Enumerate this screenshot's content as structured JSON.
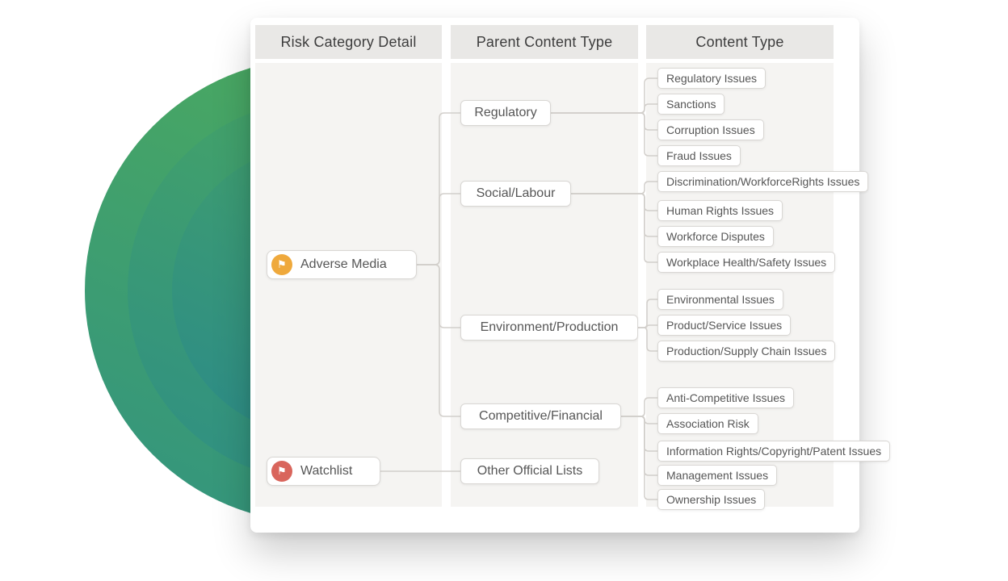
{
  "columns": {
    "risk_category_detail": {
      "title": "Risk Category Detail"
    },
    "parent_content_type": {
      "title": "Parent Content Type"
    },
    "content_type": {
      "title": "Content Type"
    }
  },
  "accent_colors": {
    "circle_green": "#46A565",
    "circle_teal": "#319181",
    "adverse_media_icon": "#EFA93C",
    "watchlist_icon": "#D9655C"
  },
  "risk_categories": [
    {
      "label": "Adverse Media",
      "icon": "flag-icon",
      "icon_color": "#EFA93C",
      "children": [
        "Regulatory",
        "Social/Labour",
        "Environment/Production",
        "Competitive/Financial"
      ]
    },
    {
      "label": "Watchlist",
      "icon": "flag-icon",
      "icon_color": "#D9655C",
      "children": [
        "Other Official Lists"
      ]
    }
  ],
  "parent_content_types": [
    {
      "label": "Regulatory",
      "children": [
        "Regulatory Issues",
        "Sanctions",
        "Corruption Issues",
        "Fraud Issues"
      ]
    },
    {
      "label": "Social/Labour",
      "children": [
        "Discrimination/WorkforceRights Issues",
        "Human Rights Issues",
        "Workforce Disputes",
        "Workplace Health/Safety Issues"
      ]
    },
    {
      "label": "Environment/Production",
      "children": [
        "Environmental Issues",
        "Product/Service Issues",
        "Production/Supply Chain Issues"
      ]
    },
    {
      "label": "Competitive/Financial",
      "children": [
        "Anti-Competitive Issues",
        "Association Risk",
        "Information Rights/Copyright/Patent Issues",
        "Management Issues",
        "Ownership Issues"
      ]
    },
    {
      "label": "Other Official Lists",
      "children": []
    }
  ],
  "content_types": [
    {
      "label": "Regulatory Issues"
    },
    {
      "label": "Sanctions"
    },
    {
      "label": "Corruption Issues"
    },
    {
      "label": "Fraud Issues"
    },
    {
      "label": "Discrimination/WorkforceRights Issues"
    },
    {
      "label": "Human Rights Issues"
    },
    {
      "label": "Workforce Disputes"
    },
    {
      "label": "Workplace Health/Safety Issues"
    },
    {
      "label": "Environmental Issues"
    },
    {
      "label": "Product/Service Issues"
    },
    {
      "label": "Production/Supply Chain Issues"
    },
    {
      "label": "Anti-Competitive Issues"
    },
    {
      "label": "Association Risk"
    },
    {
      "label": "Information Rights/Copyright/Patent Issues"
    },
    {
      "label": "Management Issues"
    },
    {
      "label": "Ownership Issues"
    }
  ],
  "icons": {
    "flag": "⚑"
  }
}
